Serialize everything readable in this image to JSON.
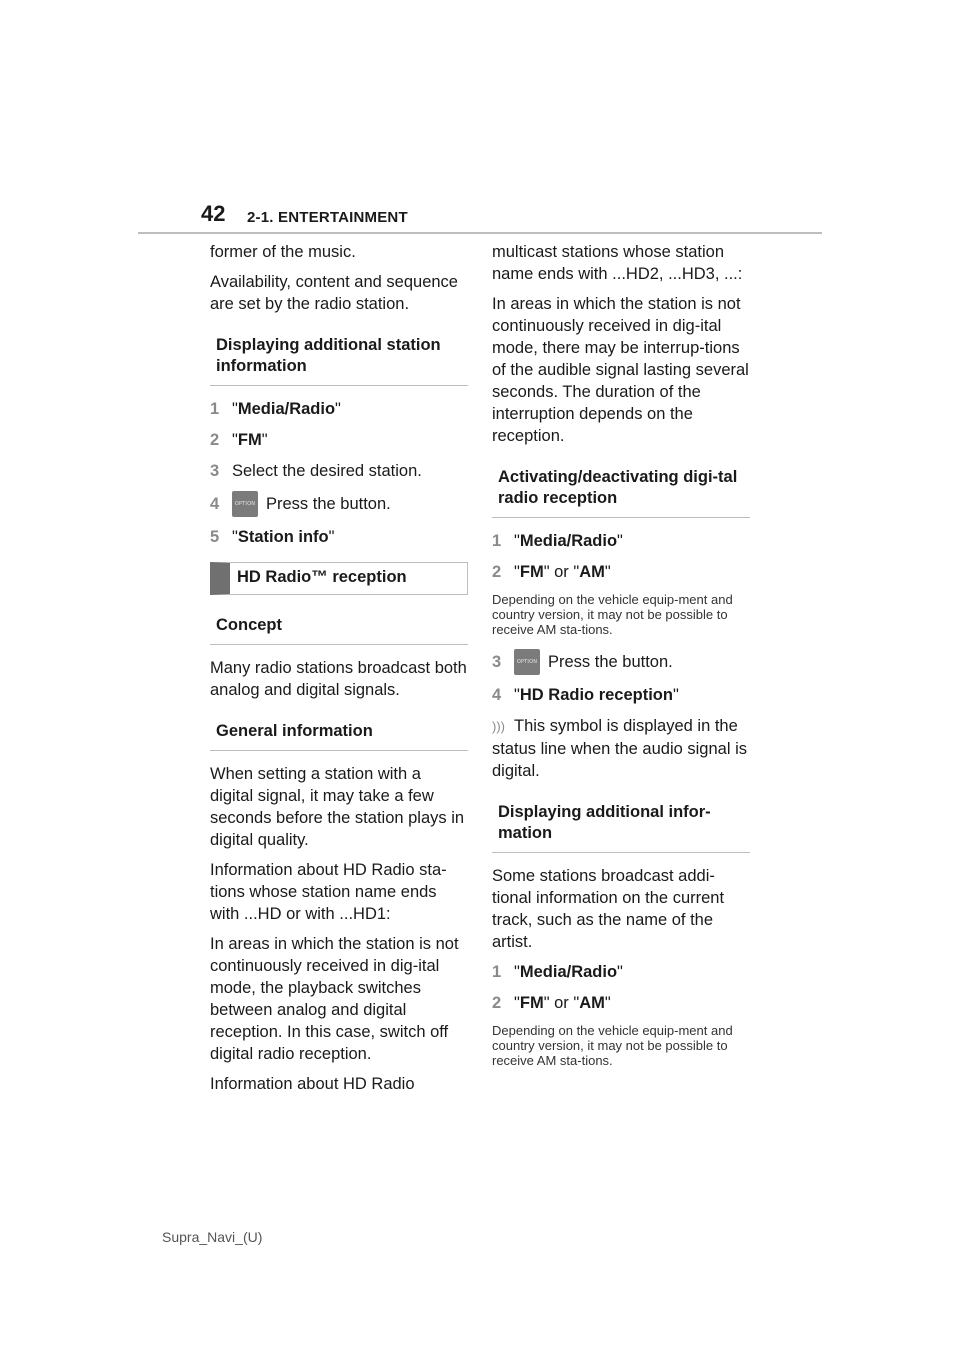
{
  "header": {
    "page_number": "42",
    "section_title": "2-1. ENTERTAINMENT"
  },
  "left": {
    "p_former": "former of the music.",
    "p_availability": "Availability, content and sequence are set by the radio station.",
    "sec_display": "Displaying additional station information",
    "steps_a": [
      {
        "num": "1",
        "text": "Media/Radio"
      },
      {
        "num": "2",
        "text": "FM"
      },
      {
        "num": "3",
        "text": "Select the desired station."
      },
      {
        "num": "4",
        "text": "Press the button."
      },
      {
        "num": "5",
        "text": "Station info"
      }
    ],
    "sec_hd": "HD Radio™ reception",
    "sec_concept": "Concept",
    "p_concept": "Many radio stations broadcast both analog and digital signals.",
    "sec_general": "General information",
    "p_general1": "When setting a station with a digital signal, it may take a few seconds before the station plays in digital quality.",
    "p_general2": "Information about HD Radio sta-tions whose station name ends with ...HD or with ...HD1:",
    "p_general3": "In areas in which the station is not continuously received in dig-ital mode, the playback switches between analog and digital reception. In this case, switch off digital radio reception.",
    "p_general4": "Information about HD Radio"
  },
  "right": {
    "p_multicast": "multicast stations whose station name ends with ...HD2, ...HD3, ...:",
    "p_areas": "In areas in which the station is not continuously received in dig-ital mode, there may be interrup-tions of the audible signal lasting several seconds. The duration of the interruption depends on the reception.",
    "sec_activate": "Activating/deactivating digi-tal radio reception",
    "steps_b": [
      {
        "num": "1",
        "text": "Media/Radio"
      },
      {
        "num": "2",
        "text_fm": "FM",
        "text_or": " or ",
        "text_am": "AM"
      }
    ],
    "note_1": "Depending on the vehicle equip-ment and country version, it may not be possible to receive AM sta-tions.",
    "steps_c": [
      {
        "num": "3",
        "text": "Press the button."
      },
      {
        "num": "4",
        "text": "HD Radio reception"
      }
    ],
    "p_symbol": "This symbol is displayed in the status line when the audio signal is digital.",
    "sec_display2": "Displaying additional infor-mation",
    "p_stations": "Some stations broadcast addi-tional information on the current track, such as the name of the artist.",
    "steps_d": [
      {
        "num": "1",
        "text": "Media/Radio"
      },
      {
        "num": "2",
        "text_fm": "FM",
        "text_or": " or ",
        "text_am": "AM"
      }
    ],
    "note_2": "Depending on the vehicle equip-ment and country version, it may not be possible to receive AM sta-tions."
  },
  "option_button_label": "OPTION",
  "footer": {
    "doc_id": "Supra_Navi_(U)"
  }
}
